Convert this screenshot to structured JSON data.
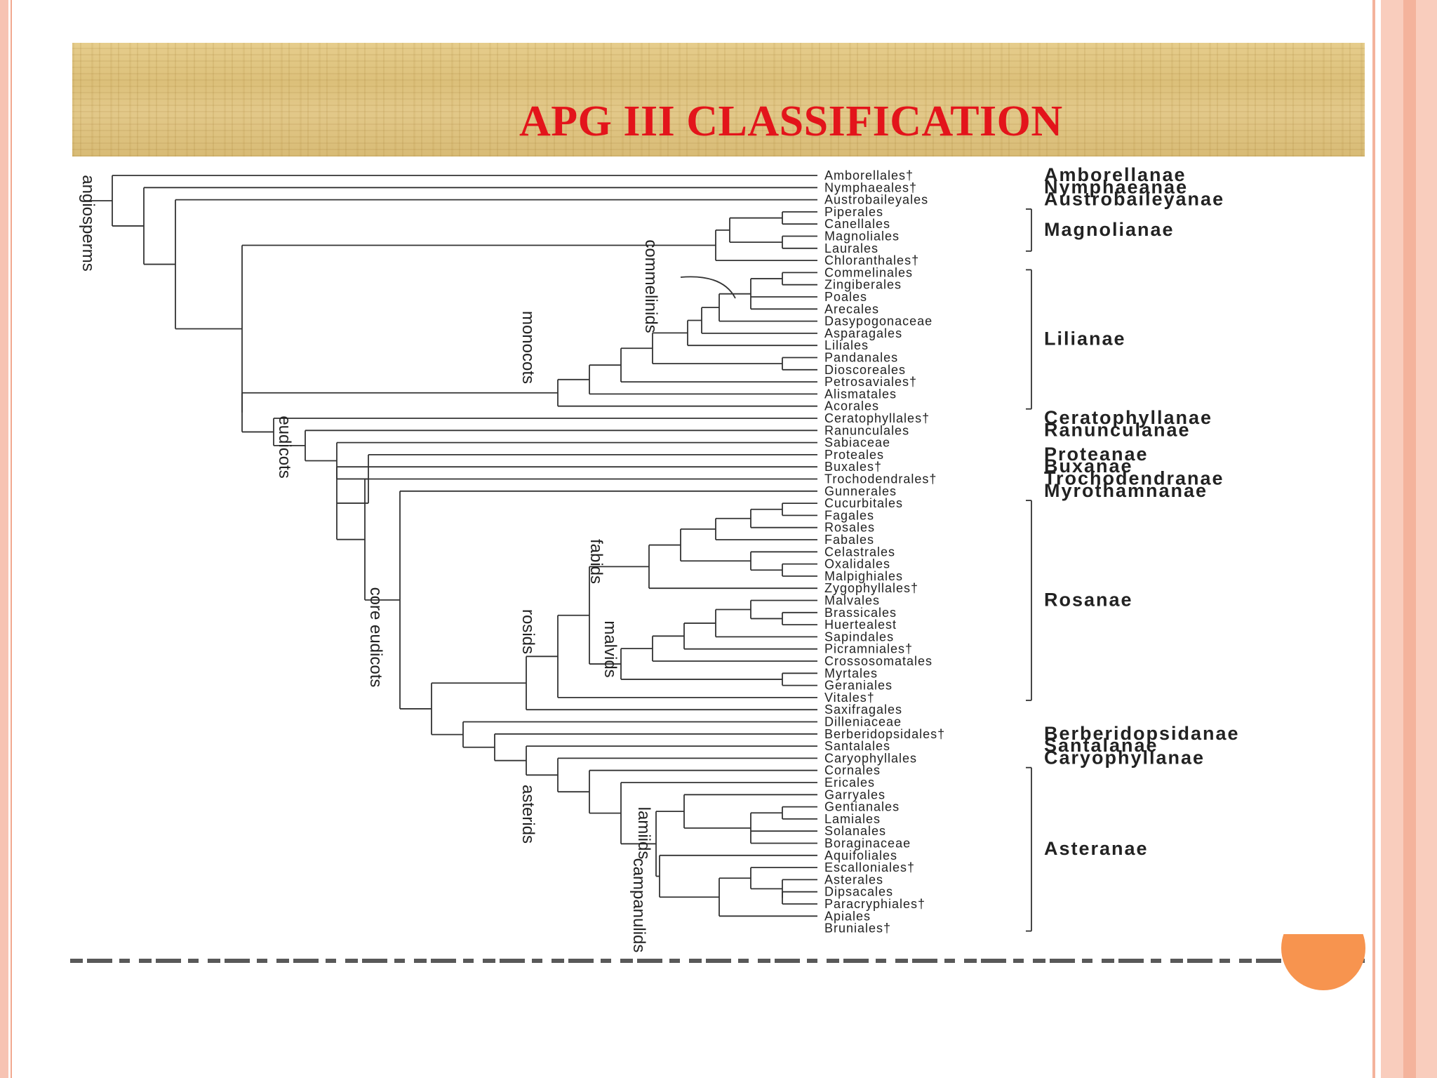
{
  "slide": {
    "title": "APG III CLASSIFICATION",
    "accent_color": "#e3141b",
    "band_color": "#dcc07a",
    "border_color": "#f4b39c",
    "decoration": "orange-half-circle"
  },
  "tree": {
    "taxa": [
      "Amborellales†",
      "Nymphaeales†",
      "Austrobaileyales",
      "Piperales",
      "Canellales",
      "Magnoliales",
      "Laurales",
      "Chloranthales†",
      "Commelinales",
      "Zingiberales",
      "Poales",
      "Arecales",
      "Dasypogonaceae",
      "Asparagales",
      "Liliales",
      "Pandanales",
      "Dioscoreales",
      "Petrosaviales†",
      "Alismatales",
      "Acorales",
      "Ceratophyllales†",
      "Ranunculales",
      "Sabiaceae",
      "Proteales",
      "Buxales†",
      "Trochodendrales†",
      "Gunnerales",
      "Cucurbitales",
      "Fagales",
      "Rosales",
      "Fabales",
      "Celastrales",
      "Oxalidales",
      "Malpighiales",
      "Zygophyllales†",
      "Malvales",
      "Brassicales",
      "Huertealest",
      "Sapindales",
      "Picramniales†",
      "Crossosomatales",
      "Myrtales",
      "Geraniales",
      "Vitales†",
      "Saxifragales",
      "Dilleniaceae",
      "Berberidopsidales†",
      "Santalales",
      "Caryophyllales",
      "Cornales",
      "Ericales",
      "Garryales",
      "Gentianales",
      "Lamiales",
      "Solanales",
      "Boraginaceae",
      "Aquifoliales",
      "Escalloniales†",
      "Asterales",
      "Dipsacales",
      "Paracryphiales†",
      "Apiales",
      "Bruniales†"
    ],
    "superorders": [
      {
        "name": "Amborellanae",
        "row": 0
      },
      {
        "name": "Nymphaeanae",
        "row": 1
      },
      {
        "name": "Austrobaileyanae",
        "row": 2
      },
      {
        "name": "Magnolianae",
        "from": 3,
        "to": 6
      },
      {
        "name": "Lilianae",
        "from": 8,
        "to": 19
      },
      {
        "name": "Ceratophyllanae",
        "row": 20
      },
      {
        "name": "Ranunculanae",
        "row": 21
      },
      {
        "name": "Proteanae",
        "row": 23
      },
      {
        "name": "Buxanae",
        "row": 24
      },
      {
        "name": "Trochodendranae",
        "row": 25
      },
      {
        "name": "Myrothamnanae",
        "row": 26
      },
      {
        "name": "Rosanae",
        "from": 27,
        "to": 43
      },
      {
        "name": "Berberidopsidanae",
        "row": 46
      },
      {
        "name": "Santalanae",
        "row": 47
      },
      {
        "name": "Caryophyllanae",
        "row": 48
      },
      {
        "name": "Asteranae",
        "from": 49,
        "to": 62
      }
    ],
    "clades": [
      "angiosperms",
      "commelinids",
      "monocots",
      "eudicots",
      "fabids",
      "core eudicots",
      "rosids",
      "malvids",
      "asterids",
      "lamiids",
      "campanulids"
    ]
  }
}
